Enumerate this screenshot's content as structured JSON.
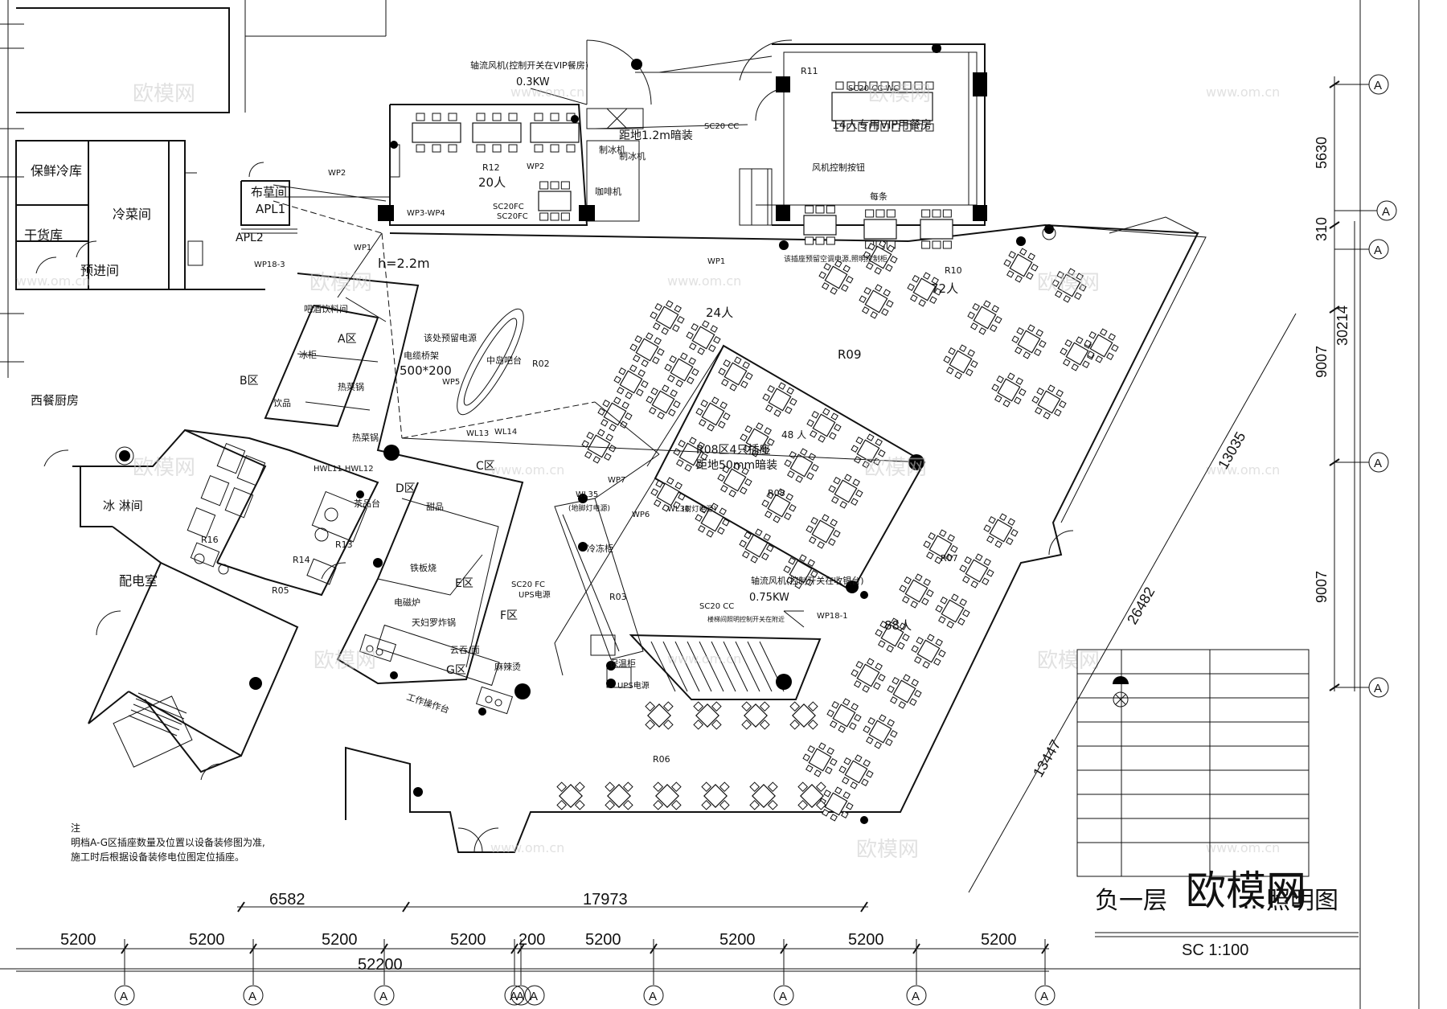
{
  "drawing": {
    "title": "负一层",
    "title_suffix": "…照明图",
    "scale": "SC 1:100",
    "watermark_logo": "欧模网",
    "watermark_small": "欧模网",
    "watermark_url": "www.om.cn"
  },
  "notes": {
    "label": "注",
    "line1": "明档A-G区插座数量及位置以设备装修图为准,",
    "line2": "施工时后根据设备装修电位图定位插座。"
  },
  "rooms": {
    "fresh_cold": "保鲜冷库",
    "cold_dish": "冷菜间",
    "dry_goods": "干货库",
    "pre_prep": "预进间",
    "linen": "布草间",
    "apl1": "APL1",
    "apl2": "APL2",
    "western_kitchen": "西餐厨房",
    "ice_shower": "冰 淋间",
    "power_room": "配电室",
    "vip_room": "14人专用VIP用餐房",
    "bar_drink": "吧酒饮料间",
    "ice_cabinet": "冰柜",
    "drinks": "饮品",
    "hot_pot": "热菜锅",
    "tea_counter": "茶品台",
    "dessert": "甜品",
    "iron_plate": "铁板烧",
    "induction": "电磁炉",
    "teppan": "天妇罗炸锅",
    "noodle": "云吞/面",
    "roast": "麻辣烫",
    "work_table": "工作操作台",
    "cold_cab": "冷冻柜",
    "ice_maker": "制冰机",
    "ice_maker2": "制冰机",
    "coffee": "咖啡机",
    "warm_cab": "保温柜",
    "island_bar": "中岛吧台",
    "fan_switch": "风机控制按钮",
    "pillar_note": "每条"
  },
  "zones": {
    "a": "A区",
    "b": "B区",
    "c": "C区",
    "d": "D区",
    "e": "E区",
    "f": "F区",
    "g": "G区"
  },
  "codes": {
    "r02": "R02",
    "r03": "R03",
    "r05": "R05",
    "r06": "R06",
    "r07": "R07",
    "r08": "R08",
    "r09": "R09",
    "r10": "R10",
    "r11": "R11",
    "r12": "R12",
    "r13": "R13",
    "r14": "R14",
    "r16": "R16"
  },
  "capacity": {
    "p20": "20人",
    "p24": "24人",
    "p48": "48 人",
    "p72": "72人",
    "p88": "88人"
  },
  "annotations": {
    "fan1": "轴流风机(控制开关在VIP餐房)",
    "fan1_power": "0.3KW",
    "fan2": "轴流风机(控制开关在收银台)",
    "fan2_power": "0.75KW",
    "height_1_2": "距地1.2m暗装",
    "height_2_2": "h=2.2m",
    "tray": "电缆桥架",
    "tray_size": "500*200",
    "reserve": "该处预留电源",
    "r08_note": "R08区4只插座",
    "r08_note2": "距地50mm暗装",
    "floor_light": "(地脚灯电源)",
    "stair_light": "(射灯电源)",
    "ups": "UPS电源",
    "ups2": "UPS电源",
    "cc1": "SC20 CC",
    "cc2": "SC20 CC WC",
    "fc1": "SC20FC",
    "fc2": "SC20FC",
    "fc3": "SC20 FC",
    "cc3": "SC20 CC",
    "r10_note": "该插座预留空调电源,照明控制柜",
    "stair_note": "楼梯间照明控制开关在附近"
  },
  "circuits": {
    "wp1": "WP1",
    "wp1b": "WP1",
    "wp2": "WP2",
    "wp2b": "WP2",
    "wp3": "WP3-WP4",
    "wp5": "WP5",
    "wp6": "WP6",
    "wp7": "WP7",
    "wp18_3": "WP18-3",
    "wp18_1": "WP18-1",
    "wl13": "WL13",
    "wl14": "WL14",
    "wl35": "WL35",
    "wl36": "WL36",
    "hwl": "HWL11 HWL12"
  },
  "dimensions": {
    "bays": [
      "5200",
      "5200",
      "5200",
      "5200",
      "200",
      "5200",
      "5200",
      "5200",
      "5200"
    ],
    "total": "52200",
    "span1": "6582",
    "span2": "17973",
    "right_5630": "5630",
    "right_310": "310",
    "right_30214": "30214",
    "right_9007a": "9007",
    "right_9007b": "9007",
    "diag_13035": "13035",
    "diag_26482": "26482",
    "diag_13447": "13447"
  },
  "axis_marker": "A"
}
